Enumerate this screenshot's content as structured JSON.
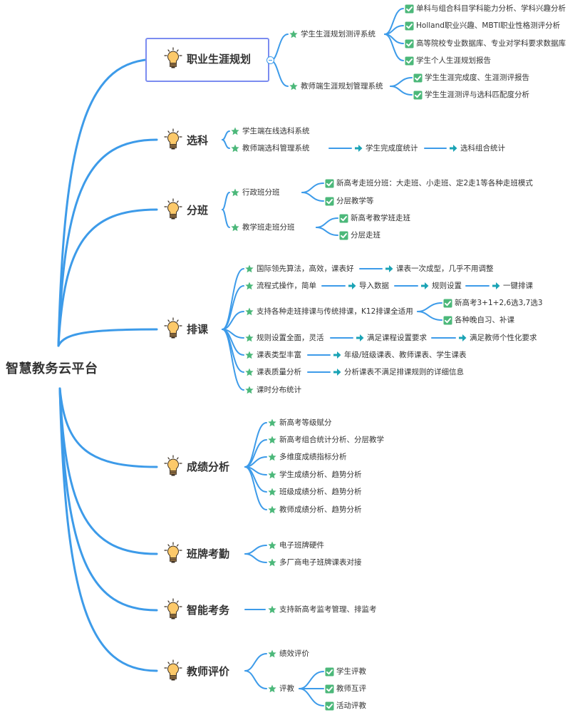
{
  "root": {
    "title": "智慧教务云平台"
  },
  "colors": {
    "line": "#3d9be9",
    "star": "#4cb87a",
    "check": "#4cb87a",
    "arrow": "#1aa3b5",
    "selection": "#7b8cf0",
    "bulb": "#fcc96a"
  },
  "branches": [
    {
      "label": "职业生涯规划",
      "selected": true,
      "collapse_icon": "minus-circle-icon",
      "children": [
        {
          "label": "学生生涯规划测评系统",
          "items": [
            "单科与组合科目学科能力分析、学科兴趣分析",
            "Holland职业兴趣、MBTI职业性格测评分析",
            "高等院校专业数据库、专业对学科要求数据库",
            "学生个人生涯规划报告"
          ]
        },
        {
          "label": "教师端生涯规划管理系统",
          "items": [
            "学生生涯完成度、生涯测评报告",
            "学生生涯测评与选科匹配度分析"
          ]
        }
      ]
    },
    {
      "label": "选科",
      "children": [
        {
          "label": "学生端在线选科系统"
        },
        {
          "label": "教师端选科管理系统",
          "chain": [
            "学生完成度统计",
            "选科组合统计"
          ]
        }
      ]
    },
    {
      "label": "分班",
      "children": [
        {
          "label": "行政班分班",
          "items": [
            "新高考走班分班：大走班、小走班、定2走1等各种走班模式",
            "分层教学等"
          ]
        },
        {
          "label": "教学班走班分班",
          "items": [
            "新高考教学班走班",
            "分层走班"
          ]
        }
      ]
    },
    {
      "label": "排课",
      "children": [
        {
          "label": "国际领先算法，高效，课表好",
          "chain": [
            "课表一次成型，几乎不用调整"
          ]
        },
        {
          "label": "流程式操作，简单",
          "chain": [
            "导入数据",
            "规则设置",
            "一键排课"
          ]
        },
        {
          "label": "支持各种走班排课与传统排课，K12排课全适用",
          "items": [
            "新高考3+1+2,6选3,7选3",
            "各种晚自习、补课"
          ]
        },
        {
          "label": "规则设置全面，灵活",
          "chain": [
            "满足课程设置要求",
            "满足教师个性化要求"
          ]
        },
        {
          "label": "课表类型丰富",
          "chain": [
            "年级/班级课表、教师课表、学生课表"
          ]
        },
        {
          "label": "课表质量分析",
          "chain": [
            "分析课表不满足排课规则的详细信息"
          ]
        },
        {
          "label": "课时分布统计"
        }
      ]
    },
    {
      "label": "成绩分析",
      "children": [
        {
          "label": "新高考等级赋分"
        },
        {
          "label": "新高考组合统计分析、分层教学"
        },
        {
          "label": "多维度成绩指标分析"
        },
        {
          "label": "学生成绩分析、趋势分析"
        },
        {
          "label": "班级成绩分析、趋势分析"
        },
        {
          "label": "教师成绩分析、趋势分析"
        }
      ]
    },
    {
      "label": "班牌考勤",
      "children": [
        {
          "label": "电子班牌硬件"
        },
        {
          "label": "多厂商电子班牌课表对接"
        }
      ]
    },
    {
      "label": "智能考务",
      "children": [
        {
          "label": "支持新高考监考管理、排监考"
        }
      ]
    },
    {
      "label": "教师评价",
      "children": [
        {
          "label": "绩效评价"
        },
        {
          "label": "评教",
          "items": [
            "学生评教",
            "教师互评",
            "活动评教"
          ]
        }
      ]
    }
  ]
}
